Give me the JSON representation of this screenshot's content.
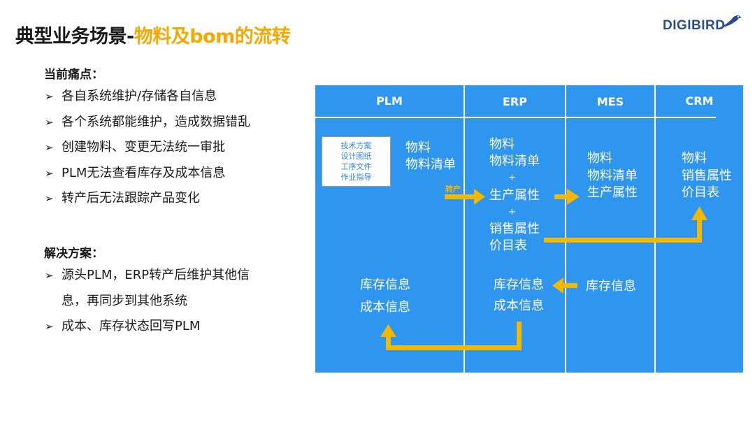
{
  "title": {
    "main": "典型业务场景-",
    "accent": "物料及bom的流转"
  },
  "logo": {
    "text": "DIGIBIRD"
  },
  "pain": {
    "heading": "当前痛点：",
    "items": [
      "各自系统维护/存储各自信息",
      "各个系统都能维护，造成数据错乱",
      "创建物料、变更无法统一审批",
      "PLM无法查看库存及成本信息",
      "转产后无法跟踪产品变化"
    ]
  },
  "solution": {
    "heading": "解决方案：",
    "items": [
      "源头PLM，ERP转产后维护其他信",
      "息，再同步到其他系统",
      "成本、库存状态回写PLM"
    ]
  },
  "diagram": {
    "columns": [
      "PLM",
      "ERP",
      "MES",
      "CRM"
    ],
    "doc_lines": [
      "技术方案",
      "设计图纸",
      "工序文件",
      "作业指导"
    ],
    "plm_material": "物料",
    "plm_bom": "物料清单",
    "transfer_tag": "转产",
    "erp_material": "物料",
    "erp_bom": "物料清单",
    "plus": "+",
    "erp_prod_attr": "生产属性",
    "erp_sales_attr": "销售属性",
    "erp_price": "价目表",
    "mes_material": "物料",
    "mes_bom": "物料清单",
    "mes_prod_attr": "生产属性",
    "crm_material": "物料",
    "crm_sales_attr": "销售属性",
    "crm_price": "价目表",
    "plm_inventory": "库存信息",
    "plm_cost": "成本信息",
    "erp_inventory": "库存信息",
    "erp_cost": "成本信息",
    "mes_inventory": "库存信息"
  },
  "colors": {
    "board": "#2e96ee",
    "arrow": "#f5b800",
    "accent": "#f5a800",
    "logo": "#2a4d8f"
  }
}
